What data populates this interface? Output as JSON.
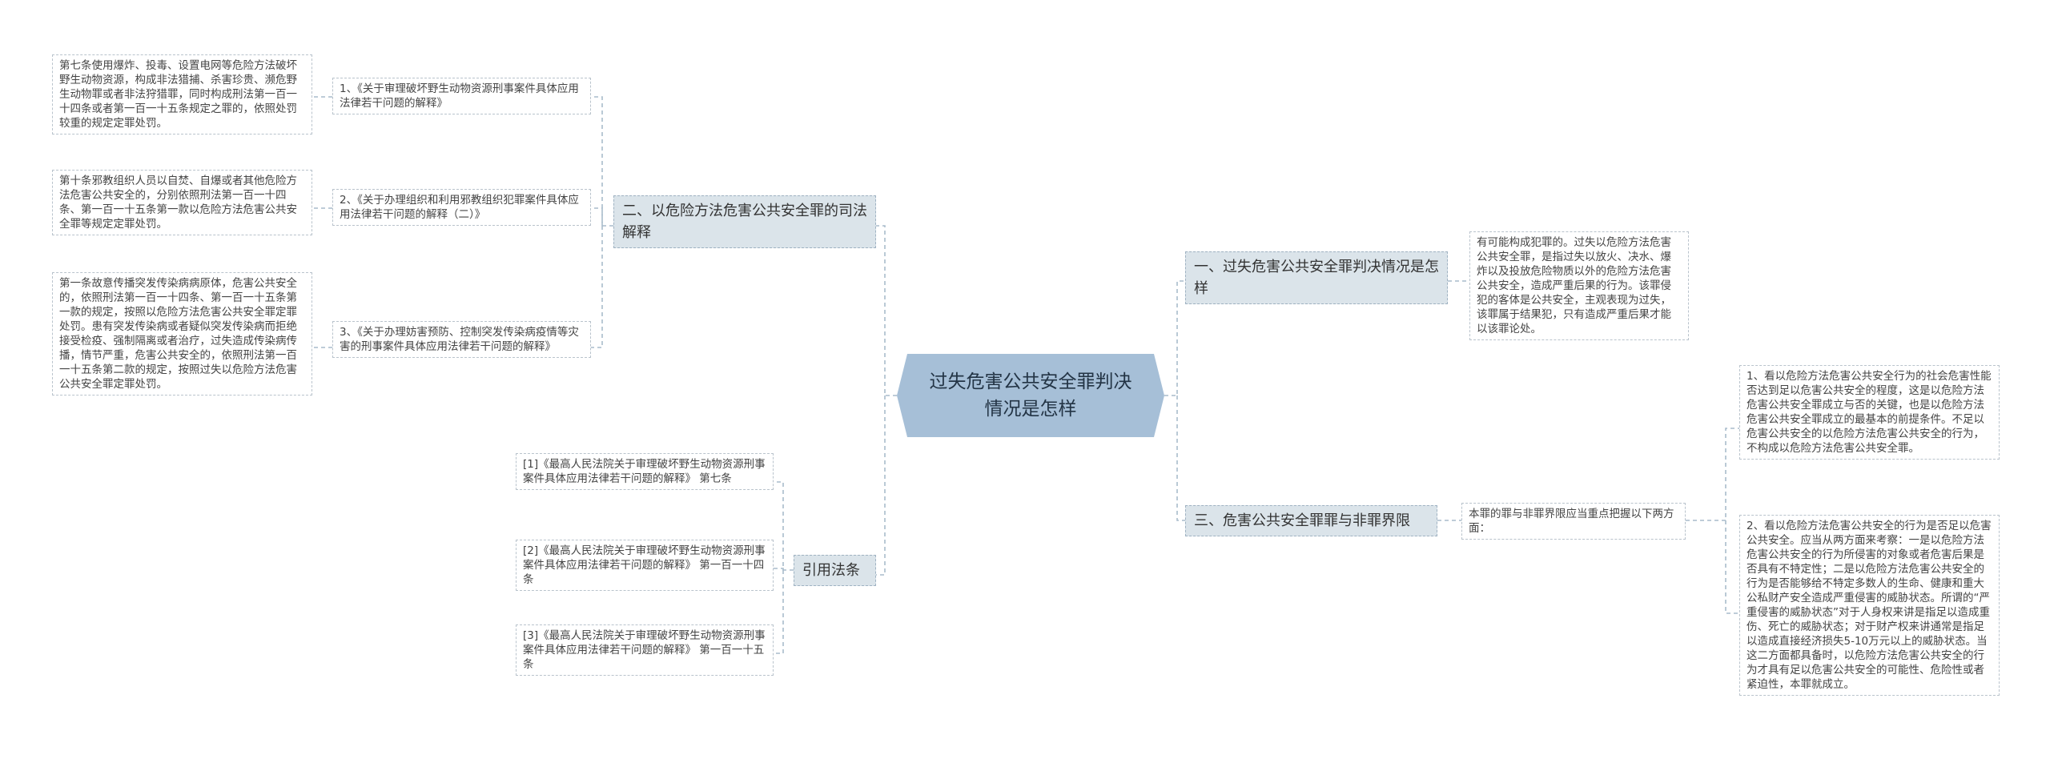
{
  "root": "过失危害公共安全罪判决情况是怎样",
  "branches": {
    "b1": "一、过失危害公共安全罪判决情况是怎样",
    "b2": "二、以危险方法危害公共安全罪的司法解释",
    "b3": "三、危害公共安全罪罪与非罪界限",
    "b4": "引用法条"
  },
  "b1_text": "有可能构成犯罪的。过失以危险方法危害公共安全罪，是指过失以放火、决水、爆炸以及投放危险物质以外的危险方法危害公共安全，造成严重后果的行为。该罪侵犯的客体是公共安全，主观表现为过失，该罪属于结果犯，只有造成严重后果才能以该罪论处。",
  "b2_items": [
    {
      "title": "1、《关于审理破坏野生动物资源刑事案件具体应用法律若干问题的解释》",
      "detail": "第七条使用爆炸、投毒、设置电网等危险方法破坏野生动物资源，构成非法猎捕、杀害珍贵、濒危野生动物罪或者非法狩猎罪，同时构成刑法第一百一十四条或者第一百一十五条规定之罪的，依照处罚较重的规定定罪处罚。"
    },
    {
      "title": "2、《关于办理组织和利用邪教组织犯罪案件具体应用法律若干问题的解释（二）》",
      "detail": "第十条邪教组织人员以自焚、自爆或者其他危险方法危害公共安全的，分别依照刑法第一百一十四条、第一百一十五条第一款以危险方法危害公共安全罪等规定定罪处罚。"
    },
    {
      "title": "3、《关于办理妨害预防、控制突发传染病疫情等灾害的刑事案件具体应用法律若干问题的解释》",
      "detail": "第一条故意传播突发传染病病原体，危害公共安全的，依照刑法第一百一十四条、第一百一十五条第一款的规定，按照以危险方法危害公共安全罪定罪处罚。患有突发传染病或者疑似突发传染病而拒绝接受检疫、强制隔离或者治疗，过失造成传染病传播，情节严重，危害公共安全的，依照刑法第一百一十五条第二款的规定，按照过失以危险方法危害公共安全罪定罪处罚。"
    }
  ],
  "b3_mid": "本罪的罪与非罪界限应当重点把握以下两方面：",
  "b3_items": [
    "1、看以危险方法危害公共安全行为的社会危害性能否达到足以危害公共安全的程度，这是以危险方法危害公共安全罪成立与否的关键，也是以危险方法危害公共安全罪成立的最基本的前提条件。不足以危害公共安全的以危险方法危害公共安全的行为，不构成以危险方法危害公共安全罪。",
    "2、看以危险方法危害公共安全的行为是否足以危害公共安全。应当从两方面来考察：一是以危险方法危害公共安全的行为所侵害的对象或者危害后果是否具有不特定性；二是以危险方法危害公共安全的行为是否能够给不特定多数人的生命、健康和重大公私财产安全造成严重侵害的威胁状态。所谓的“严重侵害的威胁状态”对于人身权来讲是指足以造成重伤、死亡的威胁状态；对于财产权来讲通常是指足以造成直接经济损失5-10万元以上的威胁状态。当这二方面都具备时，以危险方法危害公共安全的行为才具有足以危害公共安全的可能性、危险性或者紧迫性，本罪就成立。"
  ],
  "b4_items": [
    "[1]《最高人民法院关于审理破坏野生动物资源刑事案件具体应用法律若干问题的解释》 第七条",
    "[2]《最高人民法院关于审理破坏野生动物资源刑事案件具体应用法律若干问题的解释》 第一百一十四条",
    "[3]《最高人民法院关于审理破坏野生动物资源刑事案件具体应用法律若干问题的解释》 第一百一十五条"
  ],
  "colors": {
    "line": "#a9bccb",
    "root_fill": "#a6bfd7",
    "branch_fill": "#dbe4ea",
    "leaf_border": "#b9c3cc"
  }
}
